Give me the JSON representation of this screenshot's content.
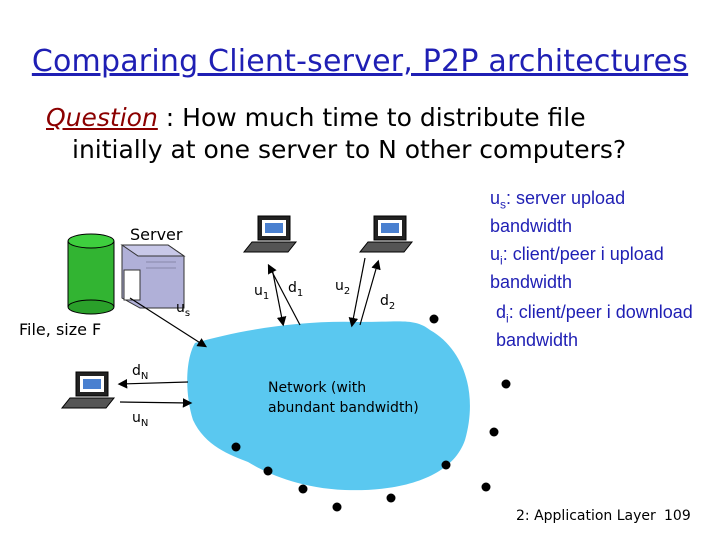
{
  "title": "Comparing Client-server, P2P architectures",
  "question": {
    "label": "Question",
    "sep": " : ",
    "line1": "How much time to distribute file",
    "line2": "initially at one server to N other computers?"
  },
  "legend": {
    "us_sym": "u",
    "us_sub": "s",
    "us_text": ": server upload bandwidth",
    "ui_sym": "u",
    "ui_sub": "i",
    "ui_text": ": client/peer i upload bandwidth",
    "di_sym": "d",
    "di_sub": "i",
    "di_text": ": client/peer i download bandwidth"
  },
  "labels": {
    "server": "Server",
    "file": "File, size F",
    "us": "u",
    "us_sub": "s",
    "u1": "u",
    "u1_sub": "1",
    "d1": "d",
    "d1_sub": "1",
    "u2": "u",
    "u2_sub": "2",
    "d2": "d",
    "d2_sub": "2",
    "dN": "d",
    "dN_sub": "N",
    "uN": "u",
    "uN_sub": "N",
    "network_line1": "Network (with",
    "network_line2": "abundant bandwidth)"
  },
  "footer": {
    "text": "2: Application Layer",
    "page": "109"
  },
  "colors": {
    "title": "#1f1fb4",
    "network": "#5ac8f0",
    "server_box": "#a0a0c8",
    "file_cylinder": "#32b432"
  }
}
